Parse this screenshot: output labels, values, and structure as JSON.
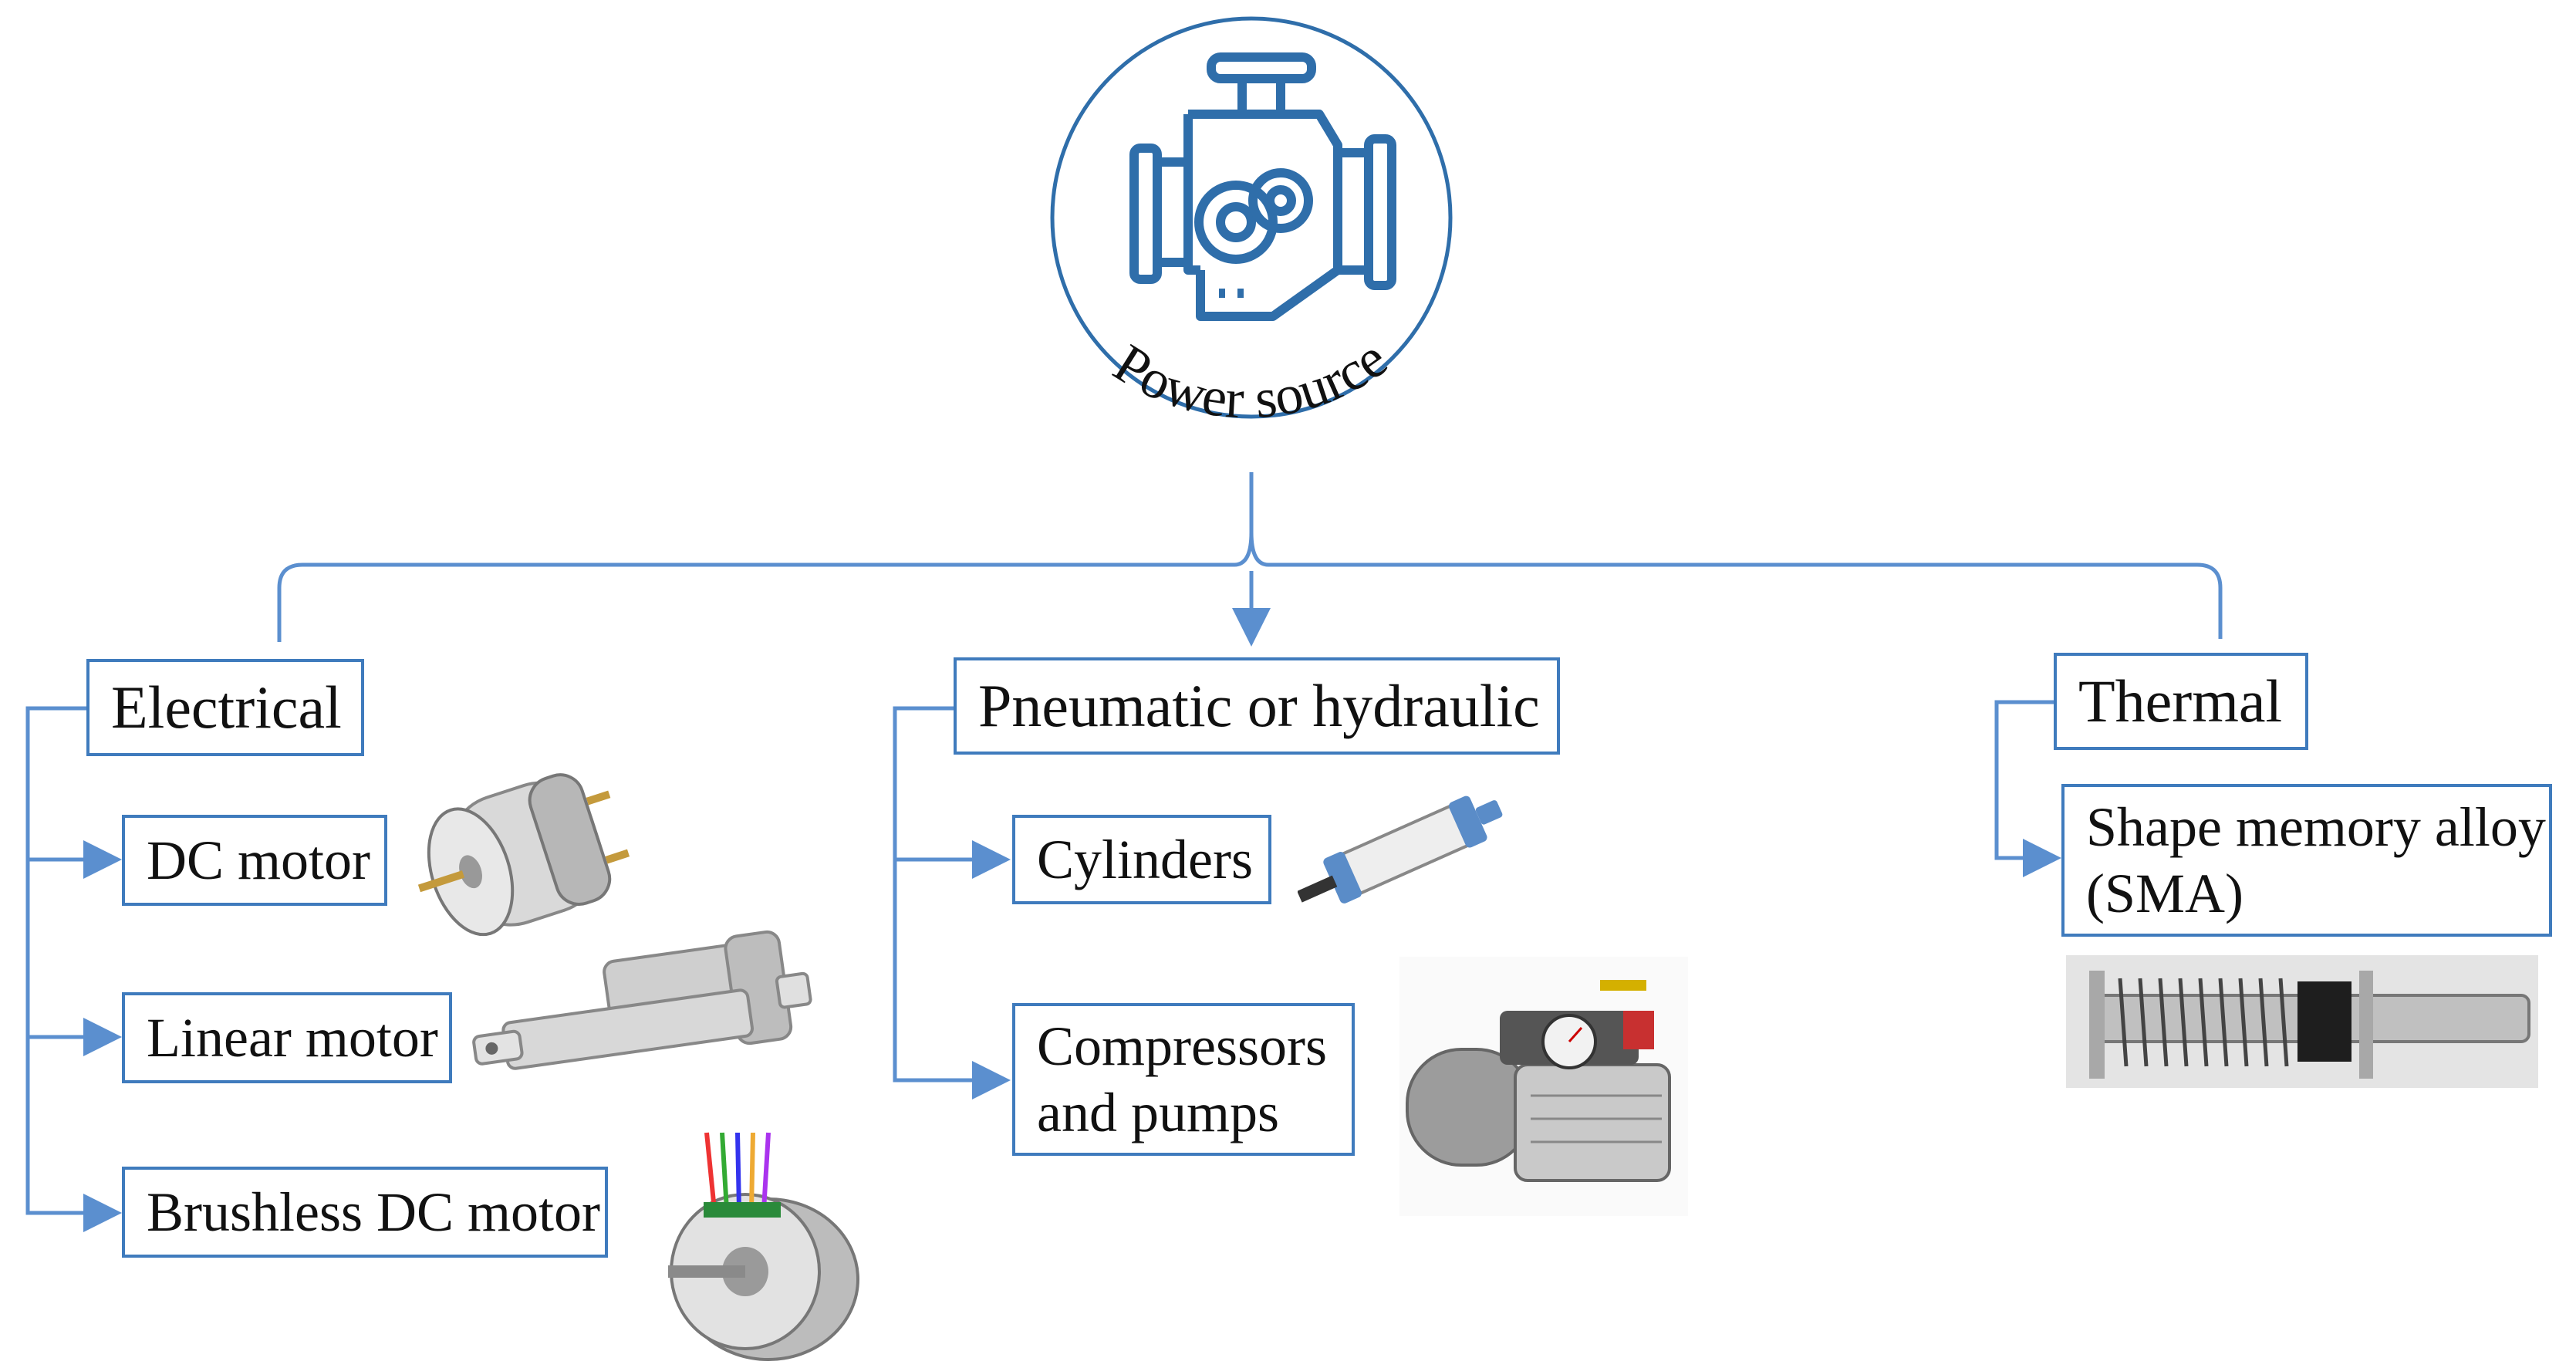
{
  "root": {
    "label": "Power source"
  },
  "categories": [
    {
      "label": "Electrical",
      "items": [
        "DC motor",
        "Linear motor",
        "Brushless DC motor"
      ]
    },
    {
      "label": "Pneumatic or hydraulic",
      "items": [
        "Cylinders",
        "Compressors\nand pumps"
      ]
    },
    {
      "label": "Thermal",
      "items": [
        "Shape memory alloy\n(SMA)"
      ]
    }
  ],
  "colors": {
    "line": "#5b8fcf",
    "box_border": "#3f7bbd",
    "icon": "#2f6eaa"
  },
  "icons": {
    "root": "engine-gears-icon"
  }
}
